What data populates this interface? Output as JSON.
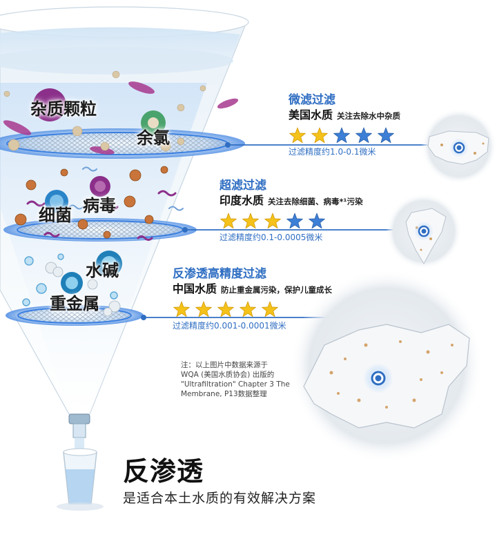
{
  "particles": {
    "impurities": "杂质颗粒",
    "chlorine": "余氯",
    "bacteria": "细菌",
    "virus": "病毒",
    "alkali": "水碱",
    "heavy_metal": "重金属"
  },
  "filters": [
    {
      "title": "微滤过滤",
      "region": "美国水质",
      "desc": "关注去除水中杂质",
      "rating": 2,
      "max_rating": 5,
      "precision": "过滤精度约1.0-0.1微米"
    },
    {
      "title": "超滤过滤",
      "region": "印度水质",
      "desc": "关注去除细菌、病毒*¹污染",
      "rating": 3,
      "max_rating": 5,
      "precision": "过滤精度约0.1-0.0005微米"
    },
    {
      "title": "反渗透高精度过滤",
      "region": "中国水质",
      "desc": "防止重金属污染，保护儿童成长",
      "rating": 5,
      "max_rating": 5,
      "precision": "过滤精度约0.001-0.0001微米"
    }
  ],
  "note": {
    "line1": "注：以上图片中数据来源于",
    "line2": "WQA (美国水质协会) 出版的",
    "line3": "\"Ultrafiltration\" Chapter 3 The",
    "line4": "Membrane, P13数据整理"
  },
  "conclusion": {
    "title": "反渗透",
    "subtitle": "是适合本土水质的有效解决方案"
  },
  "colors": {
    "accent_blue": "#2f6ec2",
    "star_gold": "#f4c21a",
    "star_blue": "#3d7fd6",
    "filter_ring": "#3a7fe0"
  }
}
